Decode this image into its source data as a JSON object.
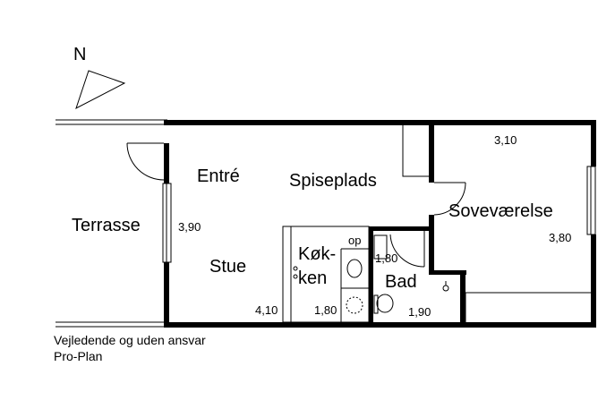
{
  "compass": {
    "north_label": "N"
  },
  "rooms": {
    "entre": "Entré",
    "spiseplads": "Spiseplads",
    "sovevaerelse": "Soveværelse",
    "terrasse": "Terrasse",
    "stue": "Stue",
    "kokken_line1": "Køk-",
    "kokken_line2": "ken",
    "bad": "Bad",
    "op": "op"
  },
  "dimensions": {
    "sove_width": "3,10",
    "stue_depth": "3,90",
    "sove_depth": "3,80",
    "bad_depth": "1,80",
    "stue_width": "4,10",
    "kokken_width": "1,80",
    "bad_width": "1,90"
  },
  "footer": {
    "line1": "Vejledende og uden ansvar",
    "line2": "Pro-Plan"
  }
}
